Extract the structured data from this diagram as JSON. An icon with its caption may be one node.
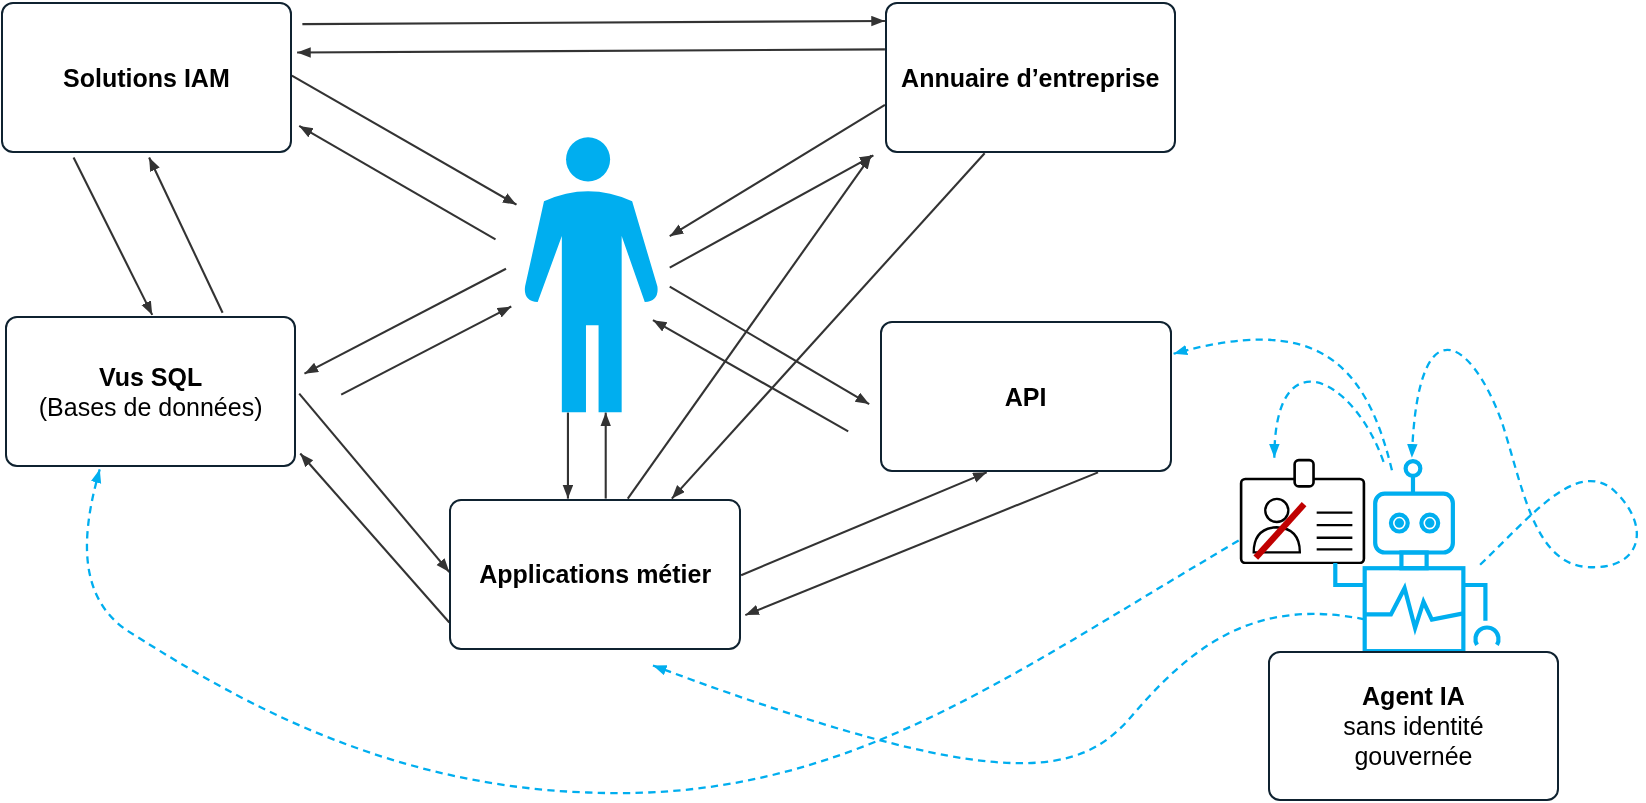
{
  "diagram": {
    "nodes": [
      {
        "text": [
          "Solutions IAM"
        ]
      },
      {
        "text": [
          "Annuaire d’entreprise"
        ]
      },
      {
        "text": [],
        "shape": "person"
      },
      {
        "text": [
          "Vus SQL",
          "(Bases de données)"
        ]
      },
      {
        "text": [
          "API"
        ]
      },
      {
        "text": [
          "Applications métier"
        ]
      },
      {
        "text": [],
        "shape": "picture"
      },
      {
        "text": [],
        "shape": "picture"
      },
      {
        "text": [
          "Agent IA",
          "sans identité gouvernée"
        ]
      }
    ],
    "edges": [
      {
        "from": 0,
        "to": 1,
        "arrow": "to"
      },
      {
        "from": 1,
        "to": 0,
        "arrow": "to"
      },
      {
        "from": 0,
        "to": 2,
        "arrow": "to"
      },
      {
        "from": 2,
        "to": 0,
        "arrow": "to"
      },
      {
        "from": 0,
        "to": 3,
        "arrow": "to"
      },
      {
        "from": 3,
        "to": 0,
        "arrow": "to"
      },
      {
        "from": 1,
        "to": 2,
        "arrow": "to"
      },
      {
        "from": 2,
        "to": 1,
        "arrow": "to"
      },
      {
        "from": 2,
        "to": 3,
        "arrow": "to"
      },
      {
        "from": 3,
        "to": 2,
        "arrow": "to"
      },
      {
        "from": 2,
        "to": 4,
        "arrow": "to"
      },
      {
        "from": 4,
        "to": 2,
        "arrow": "to"
      },
      {
        "from": 2,
        "to": 5,
        "arrow": "to"
      },
      {
        "from": 5,
        "to": 2,
        "arrow": "to"
      },
      {
        "from": 5,
        "to": 1,
        "arrow": "to"
      },
      {
        "from": 1,
        "to": 5,
        "arrow": "to"
      },
      {
        "from": 3,
        "to": 5,
        "arrow": "to"
      },
      {
        "from": 5,
        "to": 3,
        "arrow": "to"
      },
      {
        "from": 5,
        "to": 4,
        "arrow": "to"
      },
      {
        "from": 4,
        "to": 5,
        "arrow": "to"
      },
      {
        "from": 7,
        "to": 4,
        "arrow": "to",
        "style": "dashed",
        "color": "#00aeef"
      },
      {
        "from": 7,
        "to": 6,
        "arrow": "to",
        "style": "dashed",
        "color": "#00aeef"
      },
      {
        "from": 7,
        "to": 7,
        "arrow": "to",
        "style": "dashed",
        "color": "#00aeef"
      },
      {
        "from": 6,
        "to": 3,
        "arrow": "to",
        "style": "dashed",
        "color": "#00aeef"
      },
      {
        "from": 7,
        "to": 5,
        "arrow": "to",
        "style": "dashed",
        "color": "#00aeef"
      }
    ]
  }
}
